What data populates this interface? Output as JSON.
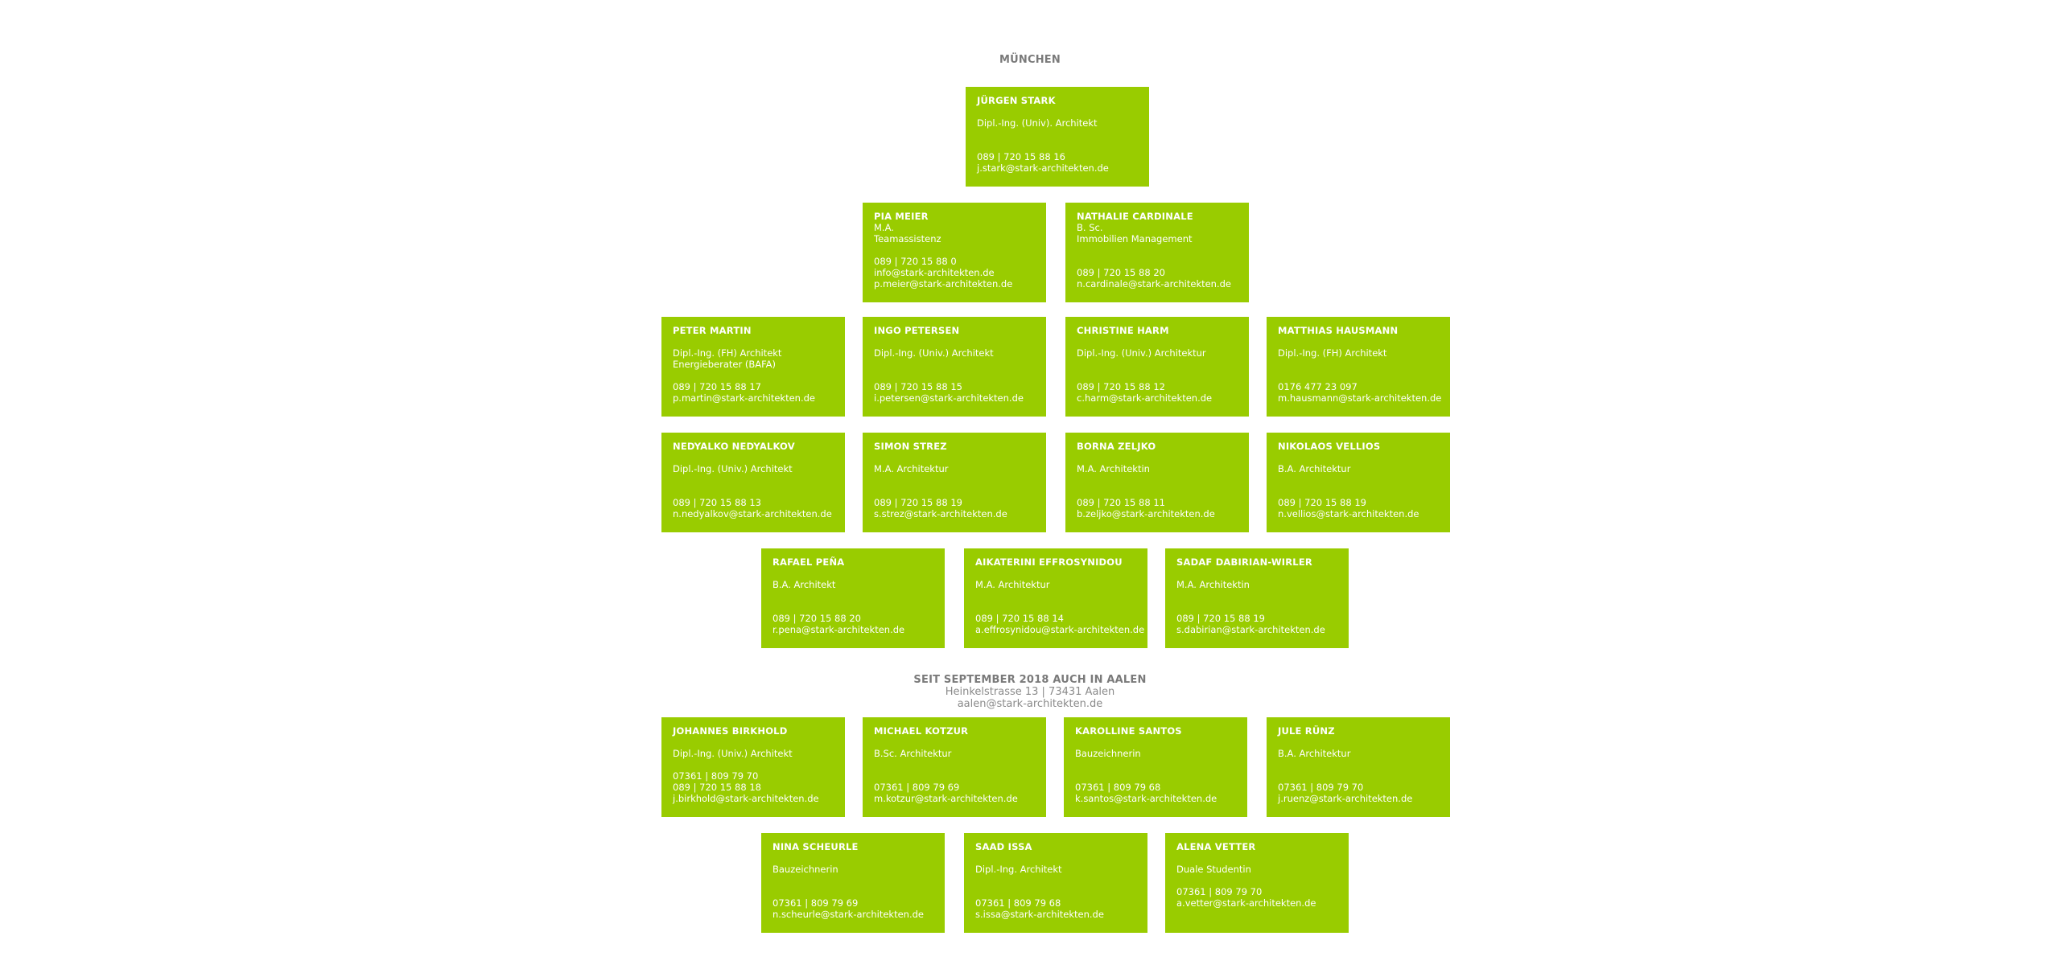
{
  "munich": {
    "heading": "MÜNCHEN",
    "cards": [
      {
        "name": "JÜRGEN STARK",
        "lines": [
          "",
          "Dipl.-Ing. (Univ). Architekt",
          "",
          "",
          "089 | 720 15 88 16",
          "j.stark@stark-architekten.de"
        ]
      },
      {
        "name": "PIA MEIER",
        "lines": [
          "M.A.",
          "Teamassistenz",
          "",
          "089 | 720 15 88 0",
          "info@stark-architekten.de",
          "p.meier@stark-architekten.de"
        ]
      },
      {
        "name": "NATHALIE CARDINALE",
        "lines": [
          "B. Sc.",
          "Immobilien Management",
          "",
          "",
          "089 | 720 15 88 20",
          "n.cardinale@stark-architekten.de"
        ]
      },
      {
        "name": "PETER MARTIN",
        "lines": [
          "",
          "Dipl.-Ing. (FH) Architekt",
          "Energieberater (BAFA)",
          "",
          "089 | 720 15 88 17",
          "p.martin@stark-architekten.de"
        ]
      },
      {
        "name": "INGO PETERSEN",
        "lines": [
          "",
          "Dipl.-Ing. (Univ.) Architekt",
          "",
          "",
          "089 | 720 15 88 15",
          "i.petersen@stark-architekten.de"
        ]
      },
      {
        "name": "CHRISTINE HARM",
        "lines": [
          "",
          "Dipl.-Ing. (Univ.) Architektur",
          "",
          "",
          "089 | 720 15 88 12",
          "c.harm@stark-architekten.de"
        ]
      },
      {
        "name": "MATTHIAS HAUSMANN",
        "lines": [
          "",
          "Dipl.-Ing. (FH) Architekt",
          "",
          "",
          "0176 477 23 097",
          "m.hausmann@stark-architekten.de"
        ]
      },
      {
        "name": "NEDYALKO NEDYALKOV",
        "lines": [
          "",
          "Dipl.-Ing. (Univ.) Architekt",
          "",
          "",
          "089 | 720 15 88 13",
          "n.nedyalkov@stark-architekten.de"
        ]
      },
      {
        "name": "SIMON STREZ",
        "lines": [
          "",
          "M.A. Architektur",
          "",
          "",
          "089 | 720 15 88 19",
          "s.strez@stark-architekten.de"
        ]
      },
      {
        "name": "BORNA ZELJKO",
        "lines": [
          "",
          "M.A. Architektin",
          "",
          "",
          "089 | 720 15 88 11",
          "b.zeljko@stark-architekten.de"
        ]
      },
      {
        "name": "NIKOLAOS VELLIOS",
        "lines": [
          "",
          "B.A. Architektur",
          "",
          "",
          "089 | 720 15 88 19",
          "n.vellios@stark-architekten.de"
        ]
      },
      {
        "name": "RAFAEL PEÑA",
        "lines": [
          "",
          "B.A. Architekt",
          "",
          "",
          "089 | 720 15 88 20",
          "r.pena@stark-architekten.de"
        ]
      },
      {
        "name": "AIKATERINI EFFROSYNIDOU",
        "lines": [
          "",
          "M.A. Architektur",
          "",
          "",
          "089 | 720 15 88 14",
          "a.effrosynidou@stark-architekten.de"
        ]
      },
      {
        "name": "SADAF DABIRIAN-WIRLER",
        "lines": [
          "",
          "M.A. Architektin",
          "",
          "",
          "089 | 720 15 88 19",
          "s.dabirian@stark-architekten.de"
        ]
      }
    ]
  },
  "aalen": {
    "heading": "SEIT SEPTEMBER 2018 AUCH IN AALEN",
    "address": "Heinkelstrasse 13 | 73431 Aalen",
    "email": "aalen@stark-architekten.de",
    "cards": [
      {
        "name": "JOHANNES BIRKHOLD",
        "lines": [
          "",
          "Dipl.-Ing. (Univ.) Architekt",
          "",
          "07361 | 809 79 70",
          "089 | 720 15 88 18",
          "j.birkhold@stark-architekten.de"
        ]
      },
      {
        "name": "MICHAEL KOTZUR",
        "lines": [
          "",
          "B.Sc. Architektur",
          "",
          "",
          "07361 | 809 79 69",
          "m.kotzur@stark-architekten.de"
        ]
      },
      {
        "name": "KAROLLINE SANTOS",
        "lines": [
          "",
          "Bauzeichnerin",
          "",
          "",
          "07361 | 809 79 68",
          "k.santos@stark-architekten.de"
        ]
      },
      {
        "name": "JULE RÜNZ",
        "lines": [
          "",
          "B.A. Architektur",
          "",
          "",
          "07361 | 809 79 70",
          "j.ruenz@stark-architekten.de"
        ]
      },
      {
        "name": "NINA SCHEURLE",
        "lines": [
          "",
          "Bauzeichnerin",
          "",
          "",
          "07361 | 809 79 69",
          "n.scheurle@stark-architekten.de"
        ]
      },
      {
        "name": "SAAD ISSA",
        "lines": [
          "",
          "Dipl.-Ing. Architekt",
          "",
          "",
          "07361 | 809 79 68",
          "s.issa@stark-architekten.de"
        ]
      },
      {
        "name": "ALENA VETTER",
        "lines": [
          "",
          "Duale Studentin",
          "",
          "07361 | 809 79 70",
          "a.vetter@stark-architekten.de"
        ]
      }
    ]
  },
  "colors": {
    "card": "#99cc00",
    "card_text": "#ffffff",
    "heading": "#7a7a7a"
  }
}
